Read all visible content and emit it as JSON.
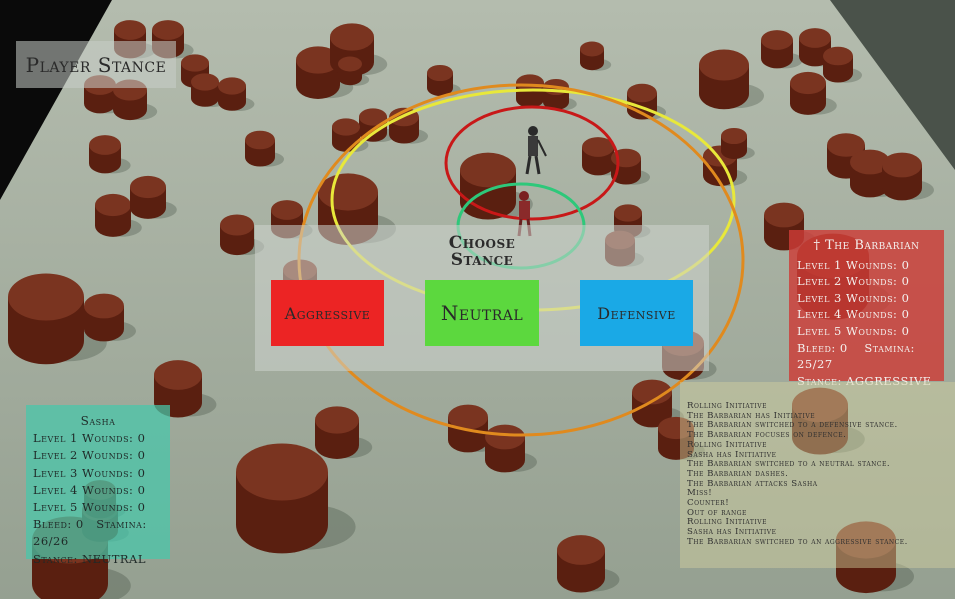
{
  "hud": {
    "title": "Player Stance"
  },
  "stance_menu": {
    "title_line1": "Choose",
    "title_line2": "Stance",
    "options": [
      "Aggressive",
      "Neutral",
      "Defensive"
    ]
  },
  "enemy": {
    "name": "The Barbarian",
    "wounds": [
      "Level 1 Wounds: 0",
      "Level 2 Wounds: 0",
      "Level 3 Wounds: 0",
      "Level 4 Wounds: 0",
      "Level 5 Wounds: 0"
    ],
    "bleed": "Bleed: 0",
    "stamina": "Stamina: 25/27",
    "stance": "Stance: AGGRESSIVE"
  },
  "player": {
    "name": "Sasha",
    "wounds": [
      "Level 1 Wounds: 0",
      "Level 2 Wounds: 0",
      "Level 3 Wounds: 0",
      "Level 4 Wounds: 0",
      "Level 5 Wounds: 0"
    ],
    "bleed": "Bleed: 0",
    "stamina": "Stamina: 26/26",
    "stance": "Stance: NEUTRAL"
  },
  "combat_log": [
    "Rolling Initiative",
    "The Barbarian has Initiative",
    "The Barbarian switched to a defensive stance.",
    "The Barbarian focuses on defence.",
    "Rolling Initiative",
    "Sasha has Initiative",
    "The Barbarian switched to a neutral stance.",
    "The Barbarian dashes.",
    "The Barbarian attacks Sasha",
    "Miss!",
    "Counter!",
    "Out of range",
    "Rolling Initiative",
    "Sasha has Initiative",
    "The Barbarian switched to an aggressive stance."
  ],
  "colors": {
    "aggressive": "#ec2424",
    "neutral": "#5cd83e",
    "defensive": "#1aa9e6",
    "ring_yellow": "#e8e83a",
    "ring_orange": "#e08a1e",
    "ring_red": "#c81818",
    "ring_green": "#2ec87a"
  }
}
